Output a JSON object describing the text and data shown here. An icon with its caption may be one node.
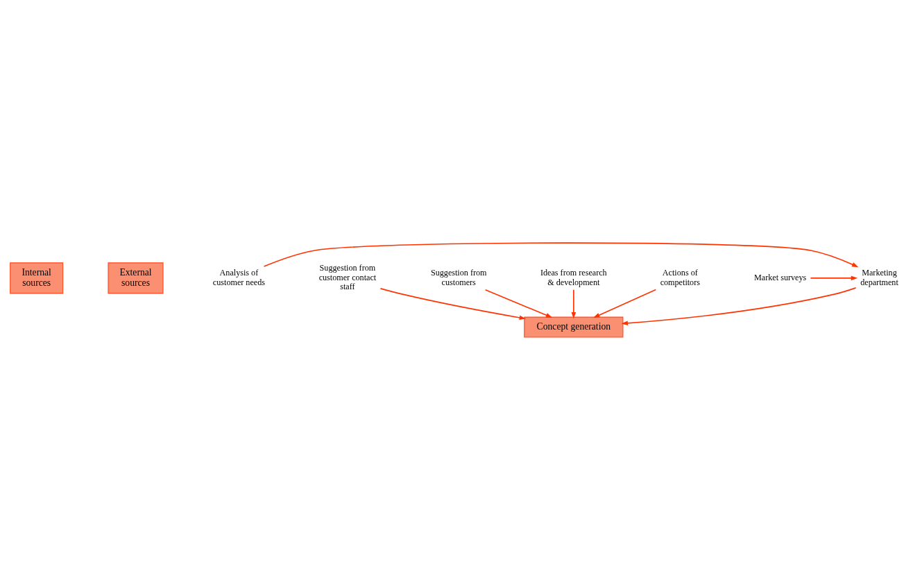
{
  "diagram": {
    "nodes": [
      {
        "text": [
          "Internal sources"
        ]
      },
      {
        "text": [
          "External sources"
        ]
      },
      {
        "text": [
          "Analysis of customer needs"
        ]
      },
      {
        "text": [
          "Marketing department"
        ]
      },
      {
        "text": [
          "Market surveys"
        ]
      },
      {
        "text": [
          "Suggestion from customer contact staff"
        ]
      },
      {
        "text": [
          "Suggestion from customers"
        ]
      },
      {
        "text": [
          "Ideas from research & development"
        ]
      },
      {
        "text": [
          "Actions of competitors"
        ]
      },
      {
        "text": [
          "Concept generation"
        ]
      }
    ],
    "edges": [
      {
        "from": 2,
        "to": 3,
        "arrow": "to"
      },
      {
        "from": 4,
        "to": 3,
        "arrow": "to"
      },
      {
        "from": 3,
        "to": 9,
        "arrow": "to"
      },
      {
        "from": 5,
        "to": 9,
        "arrow": "to"
      },
      {
        "from": 6,
        "to": 9,
        "arrow": "to"
      },
      {
        "from": 7,
        "to": 9,
        "arrow": "to"
      },
      {
        "from": 8,
        "to": 9,
        "arrow": "to"
      }
    ]
  }
}
